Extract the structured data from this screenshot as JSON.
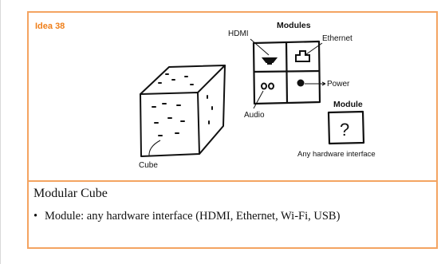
{
  "idea_label": "Idea 38",
  "sketch": {
    "modules_heading": "Modules",
    "label_hdmi": "HDMI",
    "label_ethernet": "Ethernet",
    "label_power": "Power",
    "label_audio": "Audio",
    "label_cube": "Cube",
    "module_heading": "Module",
    "module_symbol": "?",
    "module_caption": "Any hardware interface"
  },
  "content": {
    "title": "Modular Cube",
    "bullet_marker": "•",
    "bullet_text": "Module: any hardware interface (HDMI, Ethernet, Wi-Fi, USB)"
  },
  "colors": {
    "accent_border": "#f4a461",
    "idea_label": "#ef7f1a"
  }
}
